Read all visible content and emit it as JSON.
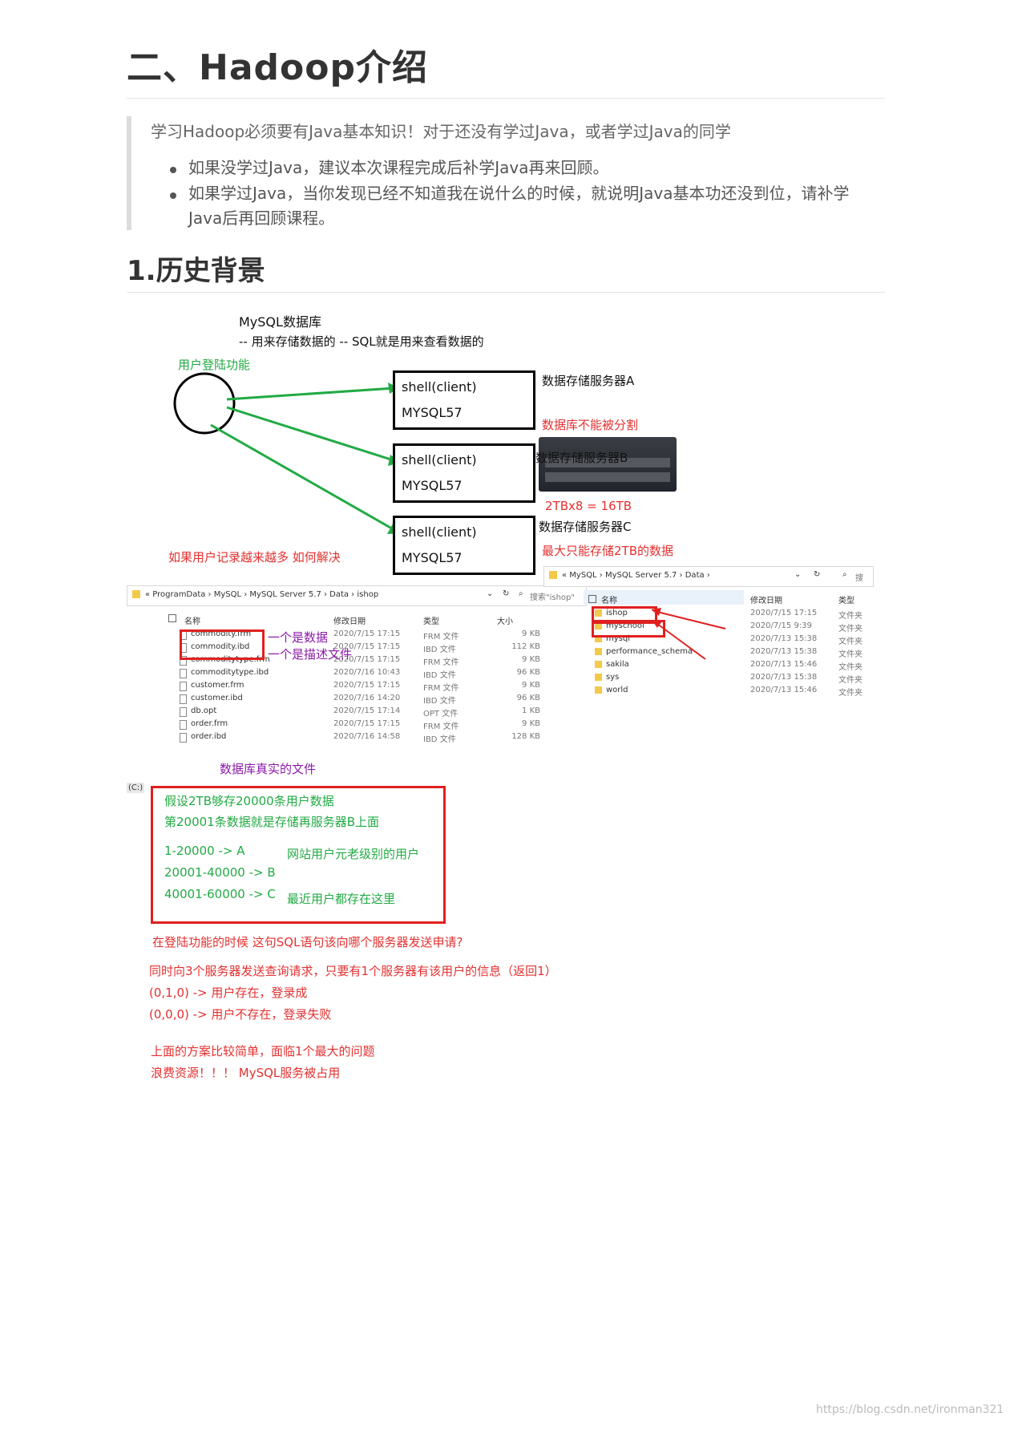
{
  "title": "二、Hadoop介绍",
  "quote": {
    "text": "学习Hadoop必须要有Java基本知识！对于还没有学过Java，或者学过Java的同学",
    "bullets": [
      "如果没学过Java，建议本次课程完成后补学Java再来回顾。",
      "如果学过Java，当你发现已经不知道我在说什么的时候，就说明Java基本功还没到位，请补学Java后再回顾课程。"
    ]
  },
  "section_title": "1.历史背景",
  "diagram": {
    "mysql_db": "MySQL数据库",
    "mysql_desc": "-- 用来存储数据的   -- SQL就是用来查看数据的",
    "login_label": "用户登陆功能",
    "server_shell": "shell(client)",
    "server_mysql": "MYSQL57",
    "server_a": "数据存储服务器A",
    "no_split": "数据库不能被分割",
    "server_b": "数据存储服务器B",
    "capacity": "2TBx8  =  16TB",
    "server_c": "数据存储服务器C",
    "max_store": "最大只能存储2TB的数据",
    "more_users": "如果用户记录越来越多 如何解决",
    "colors": {
      "green": "#22aa44",
      "red": "#e53030",
      "purple": "#8a1aa8"
    }
  },
  "explorer_left": {
    "breadcrumb": "« ProgramData › MySQL › MySQL Server 5.7 › Data › ishop",
    "search_placeholder": "搜索\"ishop\"",
    "columns": [
      "名称",
      "修改日期",
      "类型",
      "大小"
    ],
    "rows": [
      {
        "name": "commodity.frm",
        "date": "2020/7/15 17:15",
        "type": "FRM 文件",
        "size": "9 KB"
      },
      {
        "name": "commodity.ibd",
        "date": "2020/7/15 17:15",
        "type": "IBD 文件",
        "size": "112 KB"
      },
      {
        "name": "commoditytype.frm",
        "date": "2020/7/15 17:15",
        "type": "FRM 文件",
        "size": "9 KB"
      },
      {
        "name": "commoditytype.ibd",
        "date": "2020/7/16 10:43",
        "type": "IBD 文件",
        "size": "96 KB"
      },
      {
        "name": "customer.frm",
        "date": "2020/7/15 17:15",
        "type": "FRM 文件",
        "size": "9 KB"
      },
      {
        "name": "customer.ibd",
        "date": "2020/7/16 14:20",
        "type": "IBD 文件",
        "size": "96 KB"
      },
      {
        "name": "db.opt",
        "date": "2020/7/15 17:14",
        "type": "OPT 文件",
        "size": "1 KB"
      },
      {
        "name": "order.frm",
        "date": "2020/7/15 17:15",
        "type": "FRM 文件",
        "size": "9 KB"
      },
      {
        "name": "order.ibd",
        "date": "2020/7/16 14:58",
        "type": "IBD 文件",
        "size": "128 KB"
      }
    ],
    "annot_data": "一个是数据",
    "annot_desc": "一个是描述文件",
    "real_files": "数据库真实的文件",
    "drive": "(C:)"
  },
  "explorer_right": {
    "breadcrumb": "« MySQL › MySQL Server 5.7 › Data ›",
    "search_placeholder": "搜",
    "columns": [
      "名称",
      "修改日期",
      "类型"
    ],
    "rows": [
      {
        "name": "ishop",
        "date": "2020/7/15 17:15",
        "type": "文件夹"
      },
      {
        "name": "myschool",
        "date": "2020/7/15 9:39",
        "type": "文件夹"
      },
      {
        "name": "mysql",
        "date": "2020/7/13 15:38",
        "type": "文件夹"
      },
      {
        "name": "performance_schema",
        "date": "2020/7/13 15:38",
        "type": "文件夹"
      },
      {
        "name": "sakila",
        "date": "2020/7/13 15:46",
        "type": "文件夹"
      },
      {
        "name": "sys",
        "date": "2020/7/13 15:38",
        "type": "文件夹"
      },
      {
        "name": "world",
        "date": "2020/7/13 15:46",
        "type": "文件夹"
      }
    ]
  },
  "assumption": {
    "line1": "假设2TB够存20000条用户数据",
    "line2": "第20001条数据就是存储再服务器B上面",
    "r1": "1-20000 -> A",
    "r2": "20001-40000 -> B",
    "r3": "40001-60000 -> C",
    "note1": "网站用户元老级别的用户",
    "note2": "最近用户都存在这里"
  },
  "question": "在登陆功能的时候 这句SQL语句该向哪个服务器发送申请?",
  "answer": {
    "l1": "同时向3个服务器发送查询请求，只要有1个服务器有该用户的信息（返回1）",
    "l2": "(0,1,0) -> 用户存在，登录成",
    "l3": "(0,0,0) -> 用户不存在，登录失败"
  },
  "problem": {
    "l1": "上面的方案比较简单，面临1个最大的问题",
    "l2": "浪费资源！！！  MySQL服务被占用"
  },
  "watermark": "https://blog.csdn.net/ironman321"
}
